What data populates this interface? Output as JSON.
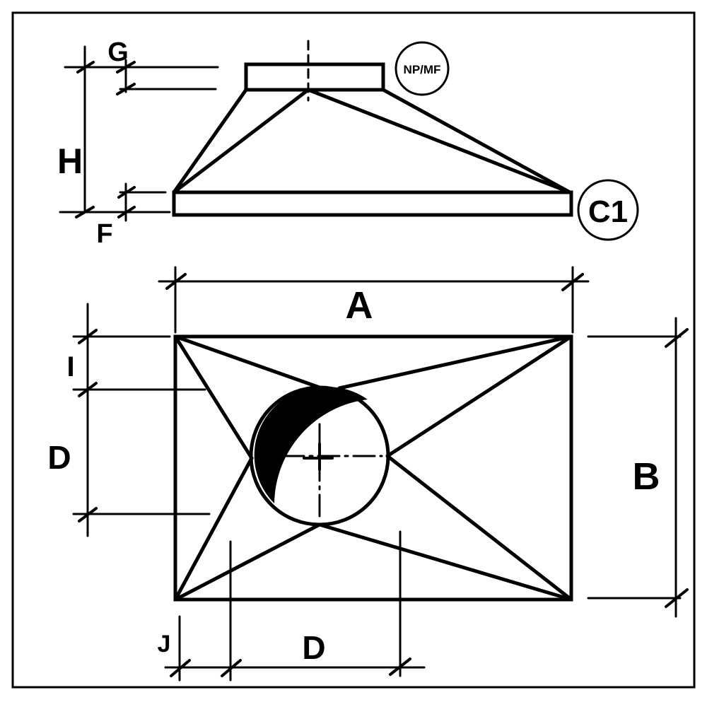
{
  "labels": {
    "G": "G",
    "H": "H",
    "F": "F",
    "A": "A",
    "B": "B",
    "I": "I",
    "D_left": "D",
    "D_bottom": "D",
    "J": "J"
  },
  "callouts": {
    "collar": "NP/MF",
    "base": "C1"
  }
}
